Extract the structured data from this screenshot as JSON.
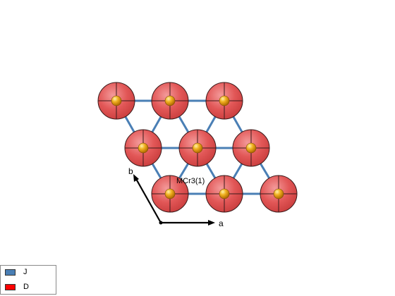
{
  "structure": {
    "atom_label": "MCr3(1)",
    "axes": {
      "a_label": "a",
      "b_label": "b"
    }
  },
  "legend": {
    "items": [
      {
        "label": "J",
        "color": "#4a7fb5"
      },
      {
        "label": "D",
        "color": "#ff0000"
      }
    ]
  },
  "colors": {
    "bond": "#4a7fb5",
    "dm_disk": "#e84a4a",
    "atom": "#e8a000",
    "axis": "#000000"
  }
}
